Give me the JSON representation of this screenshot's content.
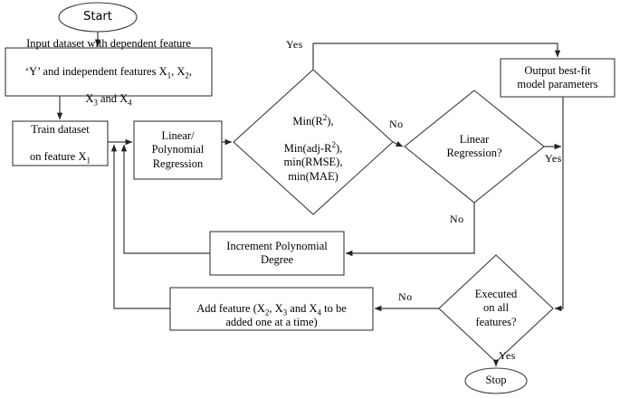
{
  "diagram": {
    "title": "Regression model selection flowchart",
    "type": "flowchart",
    "colors": {
      "stroke": "#3a3a3a",
      "fill": "#ffffff",
      "text": "#000000",
      "background": "#ffffff"
    },
    "nodes": {
      "start": {
        "label": "Start",
        "shape": "ellipse"
      },
      "input_dataset": {
        "line1": "Input dataset with dependent feature",
        "line2_a": "‘Y’ and independent features X",
        "line2_sub1": "1",
        "line2_b": ", X",
        "line2_sub2": "2",
        "line2_c": ",",
        "line3_a": "X",
        "line3_sub1": "3",
        "line3_b": " and X",
        "line3_sub2": "4",
        "shape": "rectangle"
      },
      "train_dataset": {
        "line1": "Train dataset",
        "line2_a": "on feature X",
        "line2_sub": "1",
        "shape": "rectangle"
      },
      "regression": {
        "line1": "Linear/",
        "line2": "Polynomial",
        "line3": "Regression",
        "shape": "rectangle"
      },
      "metrics_decision": {
        "line1_a": "Min(R",
        "line1_sup": "2",
        "line1_b": "),",
        "line2_a": "Min(adj-R",
        "line2_sup": "2",
        "line2_b": "),",
        "line3": "min(RMSE),",
        "line4": "min(MAE)",
        "shape": "diamond"
      },
      "linear_regression_decision": {
        "line1": "Linear",
        "line2": "Regression?",
        "shape": "diamond"
      },
      "output_best_fit": {
        "line1": "Output best-fit",
        "line2": "model parameters",
        "shape": "rectangle"
      },
      "increment_degree": {
        "line1": "Increment Polynomial",
        "line2": "Degree",
        "shape": "rectangle"
      },
      "add_feature": {
        "line1_a": "Add feature (X",
        "line1_sub1": "2",
        "line1_b": ", X",
        "line1_sub2": "3",
        "line1_c": " and X",
        "line1_sub3": "4",
        "line1_d": " to be",
        "line2": "added one at a time)",
        "shape": "rectangle"
      },
      "executed_all_decision": {
        "line1": "Executed",
        "line2": "on all",
        "line3": "features?",
        "shape": "diamond"
      },
      "stop": {
        "label": "Stop",
        "shape": "ellipse"
      }
    },
    "edge_labels": {
      "metrics_yes": "Yes",
      "metrics_no": "No",
      "linear_yes": "Yes",
      "linear_no": "No",
      "executed_no": "No",
      "executed_yes": "Yes"
    }
  }
}
